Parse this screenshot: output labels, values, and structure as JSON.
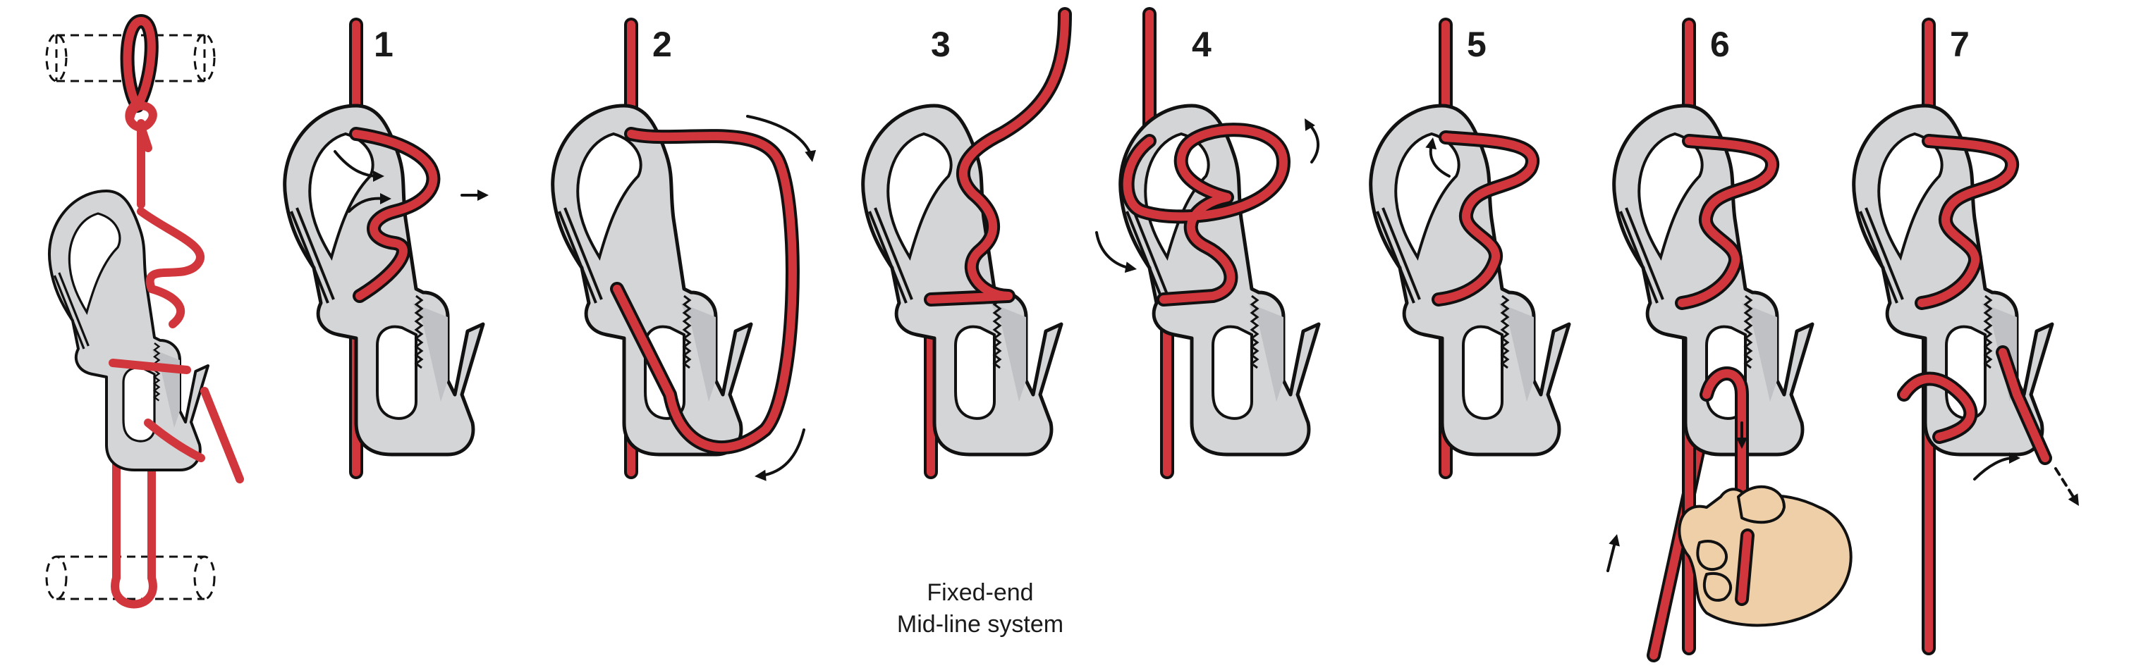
{
  "steps": [
    "1",
    "2",
    "3",
    "4",
    "5",
    "6",
    "7"
  ],
  "caption": {
    "line1": "Fixed-end",
    "line2": "Mid-line system"
  },
  "colors": {
    "rope": "#d1363c",
    "device": "#d4d5d7",
    "outline": "#111111",
    "hand": "#efcfa8"
  },
  "icons": {
    "device": "tensioner-hook-icon",
    "hand": "hand-icon",
    "arrow": "arrow-icon"
  }
}
